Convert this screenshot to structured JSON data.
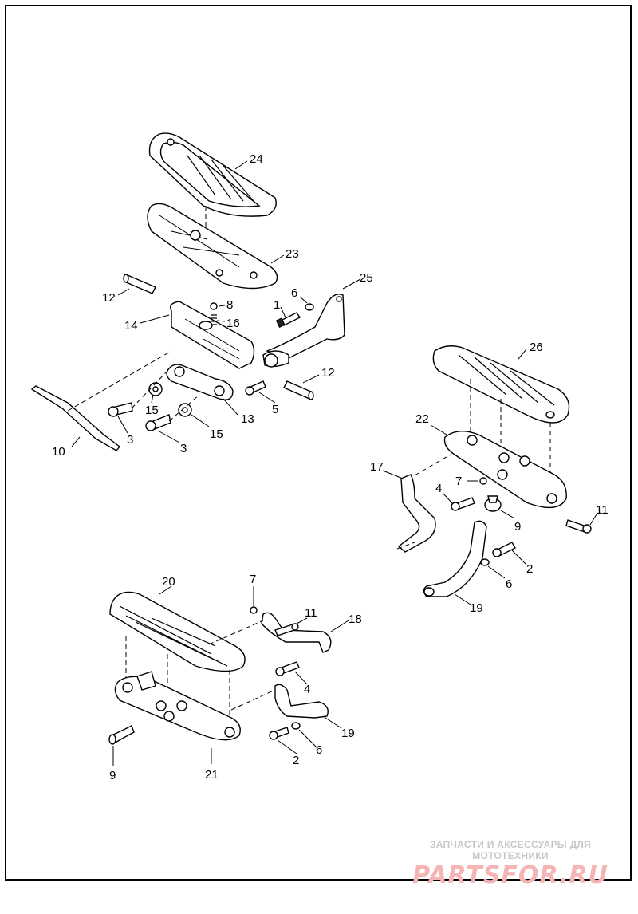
{
  "callouts": {
    "c1": "1",
    "c2a": "2",
    "c2b": "2",
    "c3a": "3",
    "c3b": "3",
    "c4a": "4",
    "c4b": "4",
    "c5": "5",
    "c6a": "6",
    "c6b": "6",
    "c6c": "6",
    "c7a": "7",
    "c7b": "7",
    "c8": "8",
    "c9a": "9",
    "c9b": "9",
    "c10": "10",
    "c11a": "11",
    "c11b": "11",
    "c12a": "12",
    "c12b": "12",
    "c13": "13",
    "c14": "14",
    "c15a": "15",
    "c15b": "15",
    "c16": "16",
    "c17": "17",
    "c18": "18",
    "c19a": "19",
    "c19b": "19",
    "c20": "20",
    "c21": "21",
    "c22": "22",
    "c23": "23",
    "c24": "24",
    "c25": "25",
    "c26": "26"
  },
  "watermark": {
    "tagline": "ЗАПЧАСТИ И АКСЕССУАРЫ ДЛЯ МОТОТЕХНИКИ",
    "logo": "PARTSFOR.RU"
  },
  "colors": {
    "line": "#000000",
    "background": "#ffffff",
    "watermark_logo": "#f5b5b5",
    "watermark_text": "#c8c8c8"
  }
}
